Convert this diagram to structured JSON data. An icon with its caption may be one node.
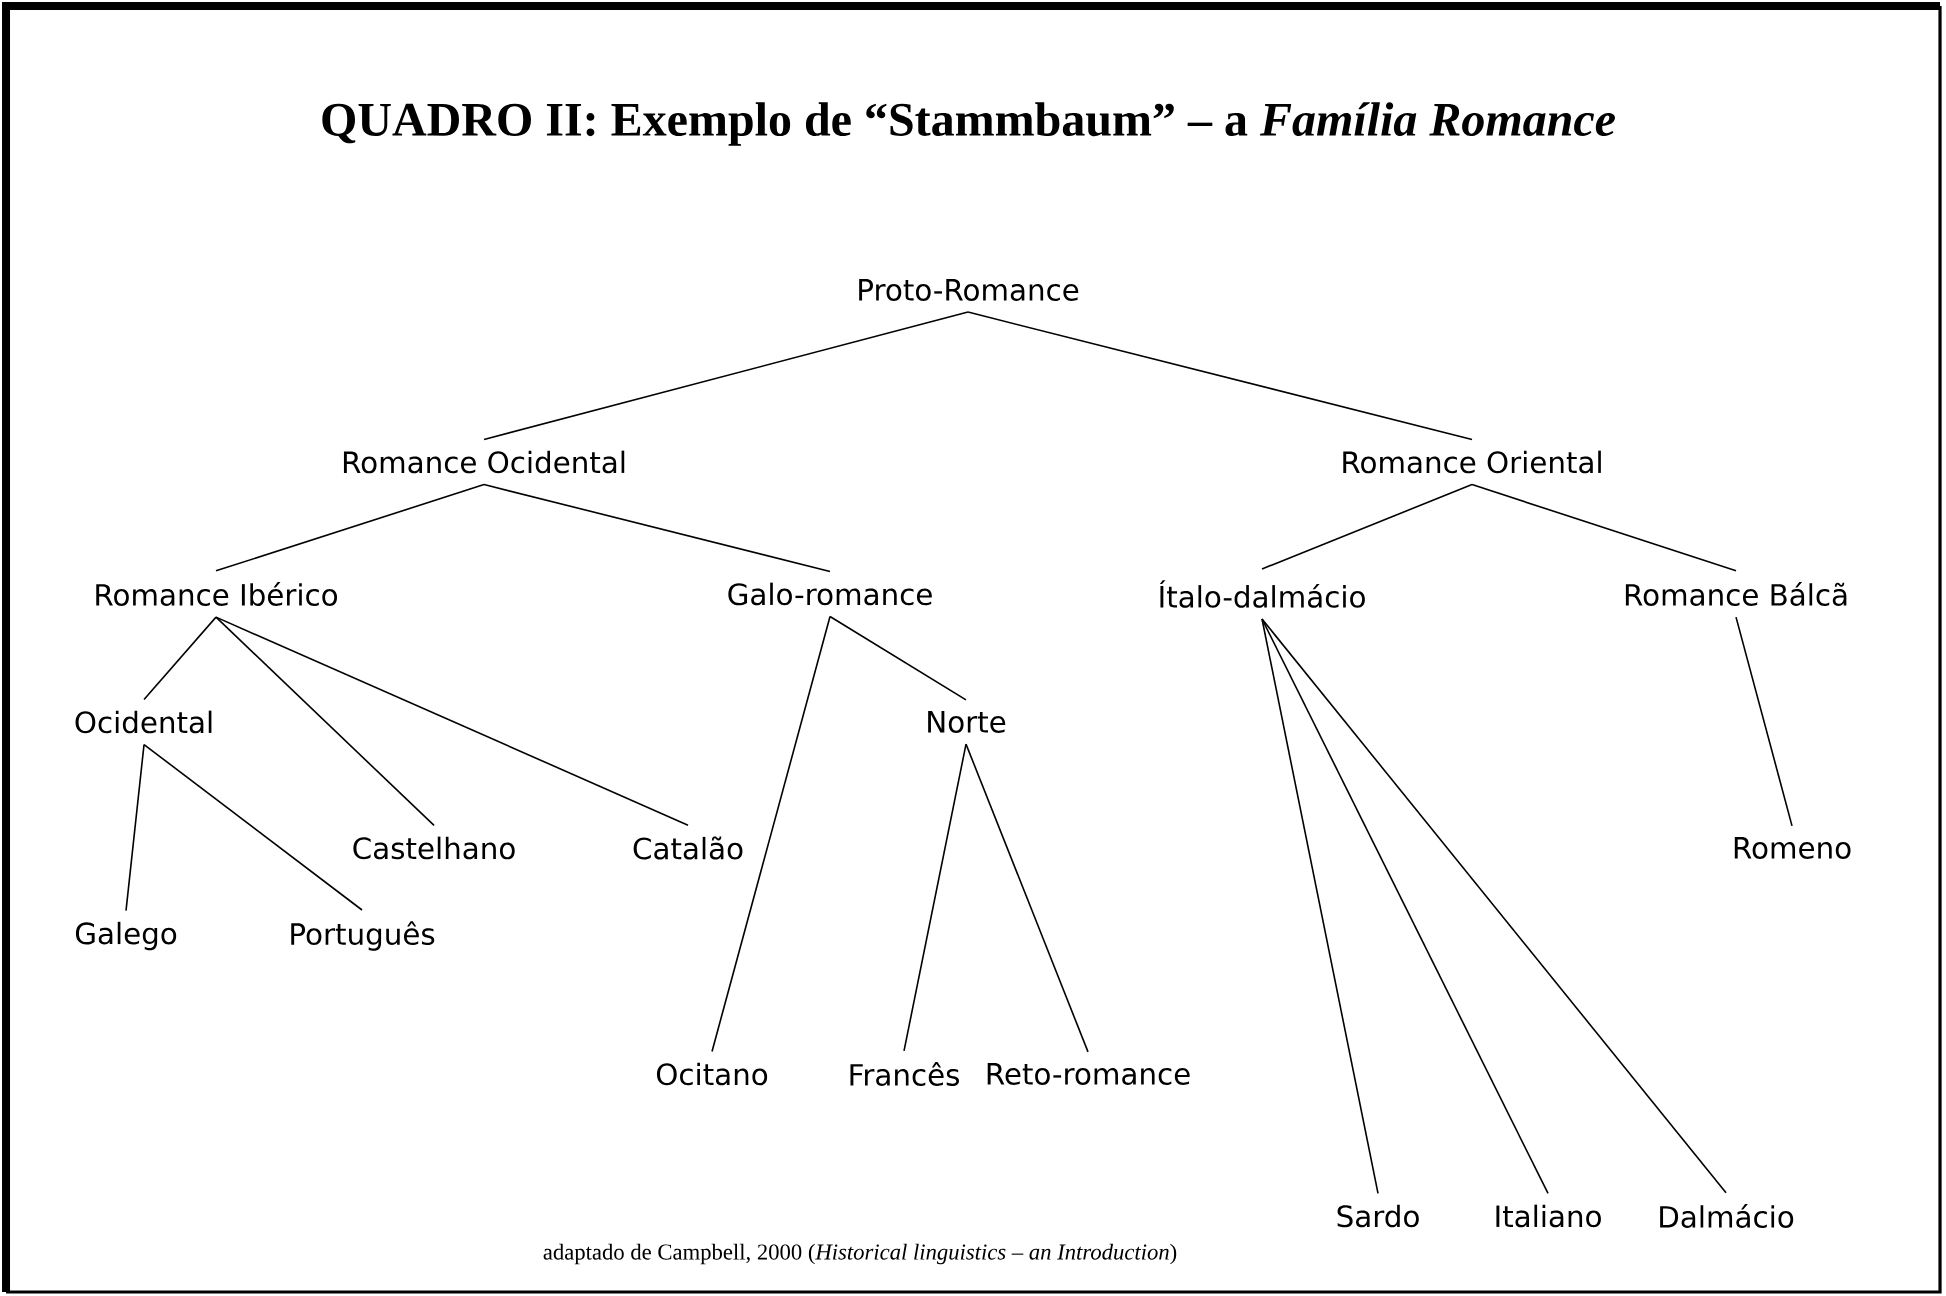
{
  "diagram": {
    "title": "QUADRO II: Exemplo de “Stammbaum” – a *Família Romance*",
    "caption": "adaptado de Campbell, 2000 (*Historical linguistics – an Introduction*)",
    "nodes": [
      {
        "text": [
          "Proto-Romance"
        ]
      },
      {
        "text": [
          "Romance Ocidental"
        ]
      },
      {
        "text": [
          "Romance Oriental"
        ]
      },
      {
        "text": [
          "Romance Ibérico"
        ]
      },
      {
        "text": [
          "Galo-romance"
        ]
      },
      {
        "text": [
          "Ítalo-dalmácio"
        ]
      },
      {
        "text": [
          "Romance Bálcã"
        ]
      },
      {
        "text": [
          "Ocidental"
        ]
      },
      {
        "text": [
          "Castelhano"
        ]
      },
      {
        "text": [
          "Catalão"
        ]
      },
      {
        "text": [
          "Galego"
        ]
      },
      {
        "text": [
          "Português"
        ]
      },
      {
        "text": [
          "Norte"
        ]
      },
      {
        "text": [
          "Ocitano"
        ]
      },
      {
        "text": [
          "Francês"
        ]
      },
      {
        "text": [
          "Reto-romance"
        ]
      },
      {
        "text": [
          "Romeno"
        ]
      },
      {
        "text": [
          "Sardo"
        ]
      },
      {
        "text": [
          "Italiano"
        ]
      },
      {
        "text": [
          "Dalmácio"
        ]
      }
    ],
    "edges": [
      {
        "from": 0,
        "to": 1,
        "arrow": "none"
      },
      {
        "from": 0,
        "to": 2,
        "arrow": "none"
      },
      {
        "from": 1,
        "to": 3,
        "arrow": "none"
      },
      {
        "from": 1,
        "to": 4,
        "arrow": "none"
      },
      {
        "from": 2,
        "to": 5,
        "arrow": "none"
      },
      {
        "from": 2,
        "to": 6,
        "arrow": "none"
      },
      {
        "from": 3,
        "to": 7,
        "arrow": "none"
      },
      {
        "from": 3,
        "to": 8,
        "arrow": "none"
      },
      {
        "from": 3,
        "to": 9,
        "arrow": "none"
      },
      {
        "from": 7,
        "to": 10,
        "arrow": "none"
      },
      {
        "from": 7,
        "to": 11,
        "arrow": "none"
      },
      {
        "from": 4,
        "to": 13,
        "arrow": "none"
      },
      {
        "from": 4,
        "to": 12,
        "arrow": "none"
      },
      {
        "from": 12,
        "to": 14,
        "arrow": "none"
      },
      {
        "from": 12,
        "to": 15,
        "arrow": "none"
      },
      {
        "from": 6,
        "to": 16,
        "arrow": "none"
      },
      {
        "from": 5,
        "to": 17,
        "arrow": "none"
      },
      {
        "from": 5,
        "to": 18,
        "arrow": "none"
      },
      {
        "from": 5,
        "to": 19,
        "arrow": "none"
      }
    ]
  }
}
